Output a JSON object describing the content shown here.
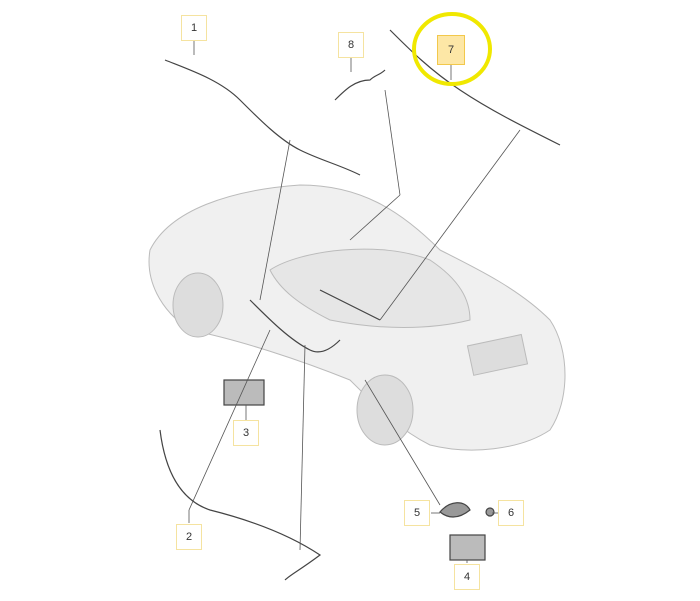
{
  "diagram": {
    "highlight_color": "#f0e800",
    "callouts": [
      {
        "id": "1",
        "label": "1"
      },
      {
        "id": "8",
        "label": "8"
      },
      {
        "id": "7",
        "label": "7",
        "highlighted": true
      },
      {
        "id": "3",
        "label": "3"
      },
      {
        "id": "2",
        "label": "2"
      },
      {
        "id": "5",
        "label": "5"
      },
      {
        "id": "6",
        "label": "6"
      },
      {
        "id": "4",
        "label": "4"
      }
    ]
  }
}
